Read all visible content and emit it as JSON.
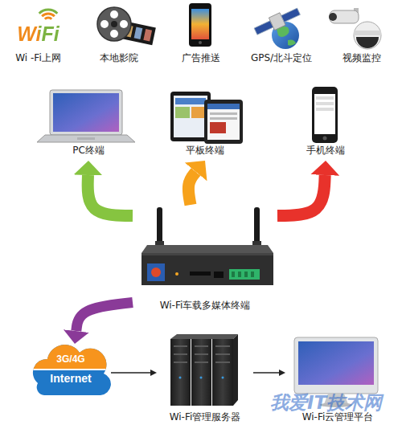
{
  "diagram": {
    "nodes": [
      {
        "text": [
          "WiFi",
          "Wi -Fi上网"
        ]
      },
      {
        "text": [
          "本地影院"
        ]
      },
      {
        "text": [
          "广告推送"
        ]
      },
      {
        "text": [
          "GPS/北斗定位"
        ]
      },
      {
        "text": [
          "视频监控"
        ]
      },
      {
        "text": [
          "PC终端"
        ]
      },
      {
        "text": [
          "平板终端"
        ]
      },
      {
        "text": [
          "手机终端"
        ]
      },
      {
        "text": [
          "Wi-Fi车载多媒体终端"
        ]
      },
      {
        "text": [
          "3G/4G",
          "Internet"
        ]
      },
      {
        "text": [
          "Wi-Fi管理服务器"
        ]
      },
      {
        "text": [
          "Wi-Fi云管理平台"
        ]
      }
    ],
    "edges": [
      {
        "from": 8,
        "to": 5,
        "arrow": "to"
      },
      {
        "from": 8,
        "to": 6,
        "arrow": "to"
      },
      {
        "from": 8,
        "to": 7,
        "arrow": "to"
      },
      {
        "from": 8,
        "to": 9,
        "arrow": "to"
      },
      {
        "from": 9,
        "to": 10,
        "arrow": "to"
      },
      {
        "from": 10,
        "to": 11,
        "arrow": "to"
      }
    ],
    "labels": [
      "我爱IT技术网"
    ]
  }
}
